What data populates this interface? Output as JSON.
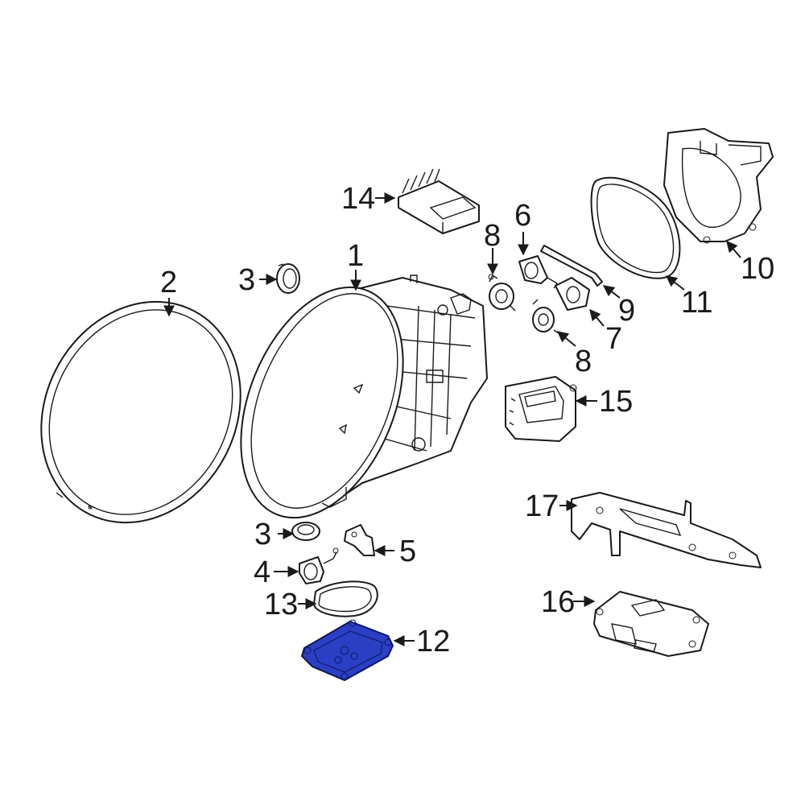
{
  "colors": {
    "line": "#1a1a1a",
    "highlight_fill": "#2a3fc4",
    "highlight_stroke": "#0d1660",
    "background": "#ffffff"
  },
  "highlighted_part": "12",
  "callouts": {
    "c1": "1",
    "c2": "2",
    "c3a": "3",
    "c3b": "3",
    "c4": "4",
    "c5": "5",
    "c6": "6",
    "c7": "7",
    "c8a": "8",
    "c8b": "8",
    "c9": "9",
    "c10": "10",
    "c11": "11",
    "c12": "12",
    "c13": "13",
    "c14": "14",
    "c15": "15",
    "c16": "16",
    "c17": "17"
  }
}
